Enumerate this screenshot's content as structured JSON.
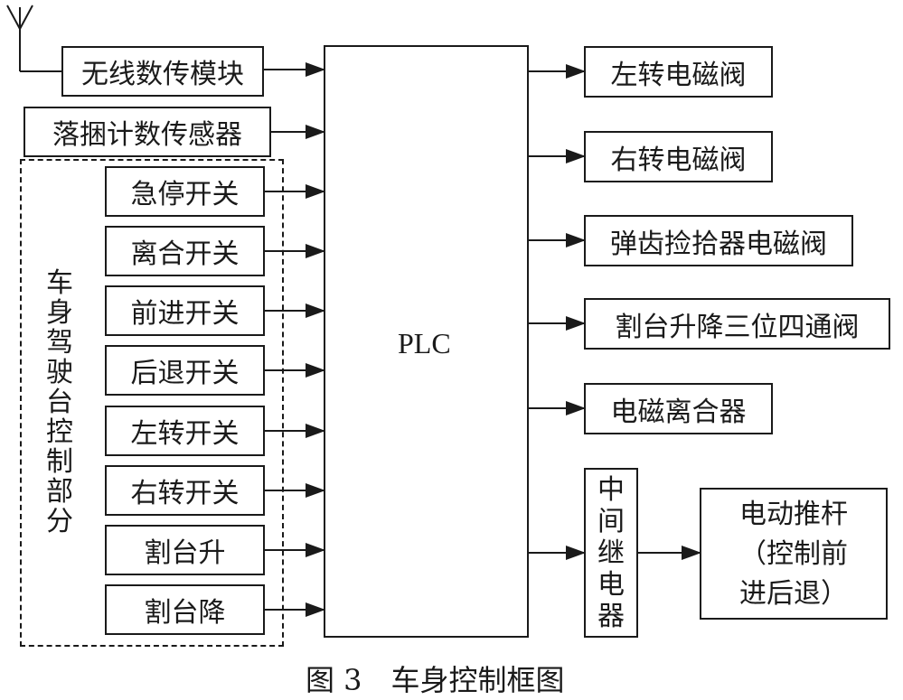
{
  "inputs": {
    "wireless": "无线数传模块",
    "bale_sensor": "落捆计数传感器",
    "group_label": "车身驾驶台控制部分",
    "switches": [
      "急停开关",
      "离合开关",
      "前进开关",
      "后退开关",
      "左转开关",
      "右转开关",
      "割台升",
      "割台降"
    ]
  },
  "controller": {
    "label": "PLC"
  },
  "outputs": [
    "左转电磁阀",
    "右转电磁阀",
    "弹齿捡拾器电磁阀",
    "割台升降三位四通阀",
    "电磁离合器"
  ],
  "relay": {
    "label": "中间继电器"
  },
  "actuator": {
    "lines": [
      "电动推杆",
      "（控制前",
      "进后退）"
    ]
  },
  "caption": "图 3　车身控制框图"
}
